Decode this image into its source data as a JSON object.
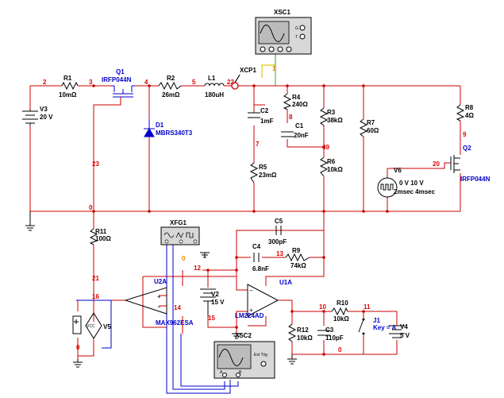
{
  "components": {
    "R1": {
      "ref": "R1",
      "value": "10mΩ"
    },
    "Q1": {
      "ref": "Q1",
      "part": "IRFP044N"
    },
    "R2": {
      "ref": "R2",
      "value": "26mΩ"
    },
    "L1": {
      "ref": "L1",
      "value": "180uH"
    },
    "XCP1": {
      "ref": "XCP1"
    },
    "XSC1": {
      "ref": "XSC1",
      "pins": [
        "G",
        "T"
      ]
    },
    "V3": {
      "ref": "V3",
      "value": "20 V"
    },
    "D1": {
      "ref": "D1",
      "part": "MBRS340T3"
    },
    "C2": {
      "ref": "C2",
      "value": "1mF"
    },
    "R4": {
      "ref": "R4",
      "value": "240Ω"
    },
    "C1": {
      "ref": "C1",
      "value": "20nF"
    },
    "R3": {
      "ref": "R3",
      "value": "38kΩ"
    },
    "R7": {
      "ref": "R7",
      "value": "60Ω"
    },
    "R8": {
      "ref": "R8",
      "value": "4Ω"
    },
    "Q2": {
      "ref": "Q2",
      "part": "IRFP044N"
    },
    "R5": {
      "ref": "R5",
      "value": "23mΩ"
    },
    "R6": {
      "ref": "R6",
      "value": "10kΩ"
    },
    "V6": {
      "ref": "V6",
      "line1": "0 V 10 V",
      "line2": "2msec 4msec"
    },
    "R11": {
      "ref": "R11",
      "value": "100Ω"
    },
    "XFG1": {
      "ref": "XFG1"
    },
    "C5": {
      "ref": "C5",
      "value": "300pF"
    },
    "C4": {
      "ref": "C4",
      "value": "6.8nF"
    },
    "R9": {
      "ref": "R9",
      "value": "74kΩ"
    },
    "U2A": {
      "ref": "U2A",
      "part": "MAX962ESA"
    },
    "V2": {
      "ref": "V2",
      "value": "15 V"
    },
    "U1A": {
      "ref": "U1A",
      "part": "LM224AD"
    },
    "V5": {
      "ref": "V5",
      "symbol": "VCC"
    },
    "R10": {
      "ref": "R10",
      "value": "10kΩ"
    },
    "J1": {
      "ref": "J1",
      "key": "Key = A"
    },
    "V4": {
      "ref": "V4",
      "value": "5 V"
    },
    "R12": {
      "ref": "R12",
      "value": "10kΩ"
    },
    "C3": {
      "ref": "C3",
      "value": "110pF"
    },
    "XSC2": {
      "ref": "XSC2",
      "ext": "Ext Trig",
      "chA": "A",
      "chB": "B"
    }
  },
  "nodes": [
    "2",
    "3",
    "4",
    "5",
    "22",
    "1",
    "8",
    "49",
    "7",
    "9",
    "20",
    "23",
    "0",
    "21",
    "16",
    "0",
    "12",
    "13",
    "0",
    "14",
    "15",
    "10",
    "11",
    "0"
  ],
  "colors": {
    "wire": "#cc0000",
    "probe": "#0000cc",
    "node_label": "#dd0000",
    "node_label_alt": "#ee8800"
  }
}
